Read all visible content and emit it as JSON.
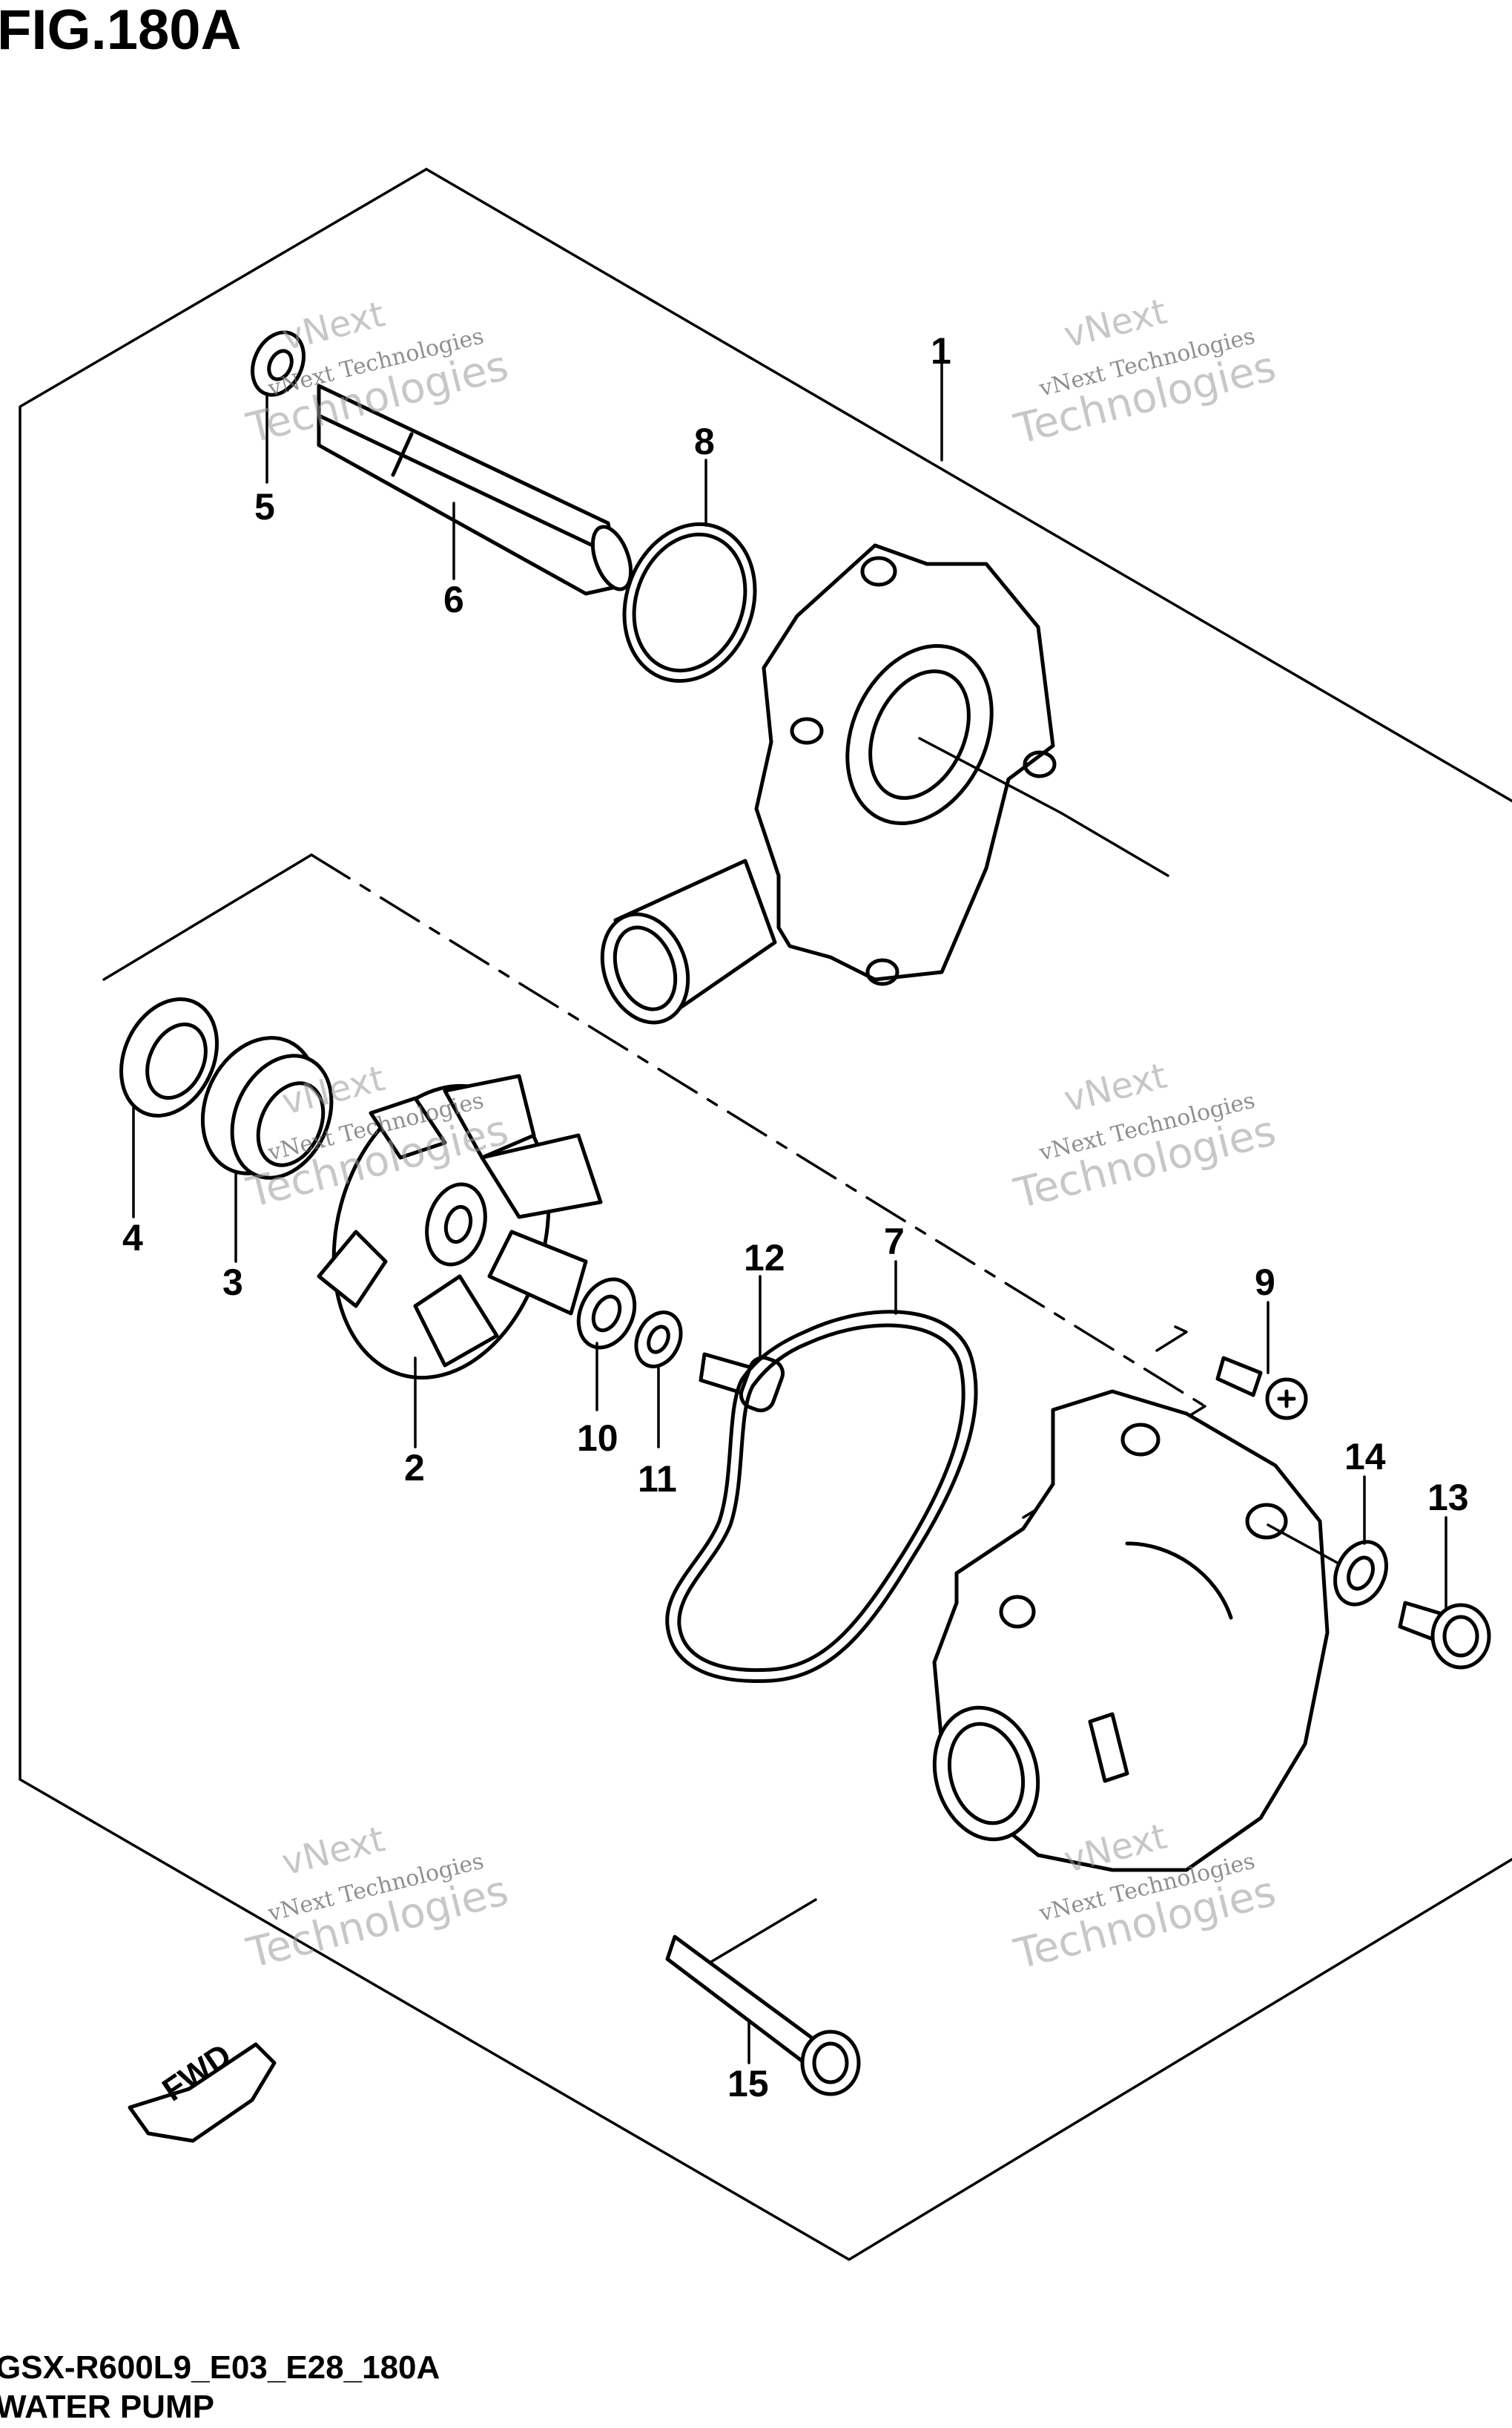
{
  "figure_title": "FIG.180A",
  "model_code": "GSX-R600L9_E03_E28_180A",
  "caption": "WATER PUMP",
  "direction_badge": "FWD",
  "watermark": {
    "line1": "vNext",
    "line2": "vNext Technologies",
    "line3": "Technologies"
  },
  "callouts": {
    "c1": "1",
    "c2": "2",
    "c3": "3",
    "c4": "4",
    "c5": "5",
    "c6": "6",
    "c7": "7",
    "c8": "8",
    "c9": "9",
    "c10": "10",
    "c11": "11",
    "c12": "12",
    "c13": "13",
    "c14": "14",
    "c15": "15"
  }
}
